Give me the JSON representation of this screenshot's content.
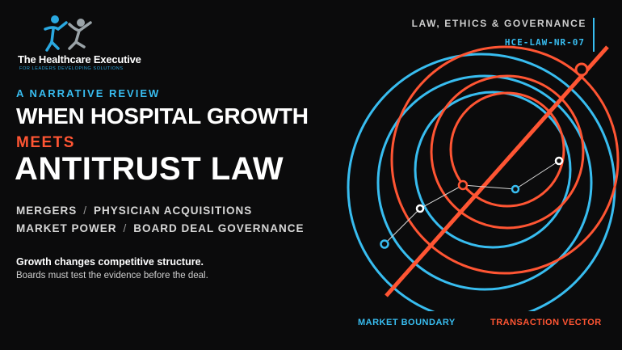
{
  "brand": {
    "logo_icon": "two-figures-logo-icon",
    "name": "The Healthcare Executive",
    "tagline": "FOR LEADERS DEVELOPING SOLUTIONS"
  },
  "kicker": "A NARRATIVE REVIEW",
  "title": {
    "line1": "WHEN HOSPITAL GROWTH",
    "line2": "MEETS",
    "line3": "ANTITRUST LAW"
  },
  "topics": {
    "row1": [
      "MERGERS",
      "PHYSICIAN ACQUISITIONS"
    ],
    "row2": [
      "MARKET POWER",
      "BOARD DEAL GOVERNANCE"
    ],
    "separator": "/"
  },
  "summary": {
    "bold": "Growth changes competitive structure.",
    "regular": "Boards must test the evidence before the deal."
  },
  "section": "LAW, ETHICS & GOVERNANCE",
  "code": "HCE-LAW-NR-07",
  "graphic": {
    "blue_label": "MARKET BOUNDARY",
    "red_label": "TRANSACTION VECTOR"
  },
  "colors": {
    "background": "#0b0b0c",
    "blue": "#38bdf0",
    "red": "#ff5533",
    "white": "#ffffff"
  }
}
